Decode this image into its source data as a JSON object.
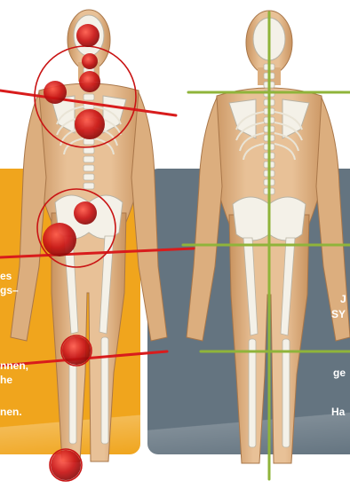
{
  "left_panel": {
    "lines": [
      "es",
      "gs–",
      "nnen,",
      "he",
      "nen."
    ],
    "color": "#f0a51d"
  },
  "right_panel": {
    "lines": [
      "J",
      "SY",
      "ge",
      "Ha"
    ],
    "color": "#647480"
  },
  "colors": {
    "skin": "#e4b98b",
    "skin_shadow": "#c9935f",
    "bone": "#f4f1e8",
    "pain": "#c91414",
    "pain_line": "#d81c1c",
    "axis_line": "#8fb43a"
  },
  "icons": [
    "pain-spot-icon",
    "alignment-line-icon"
  ]
}
